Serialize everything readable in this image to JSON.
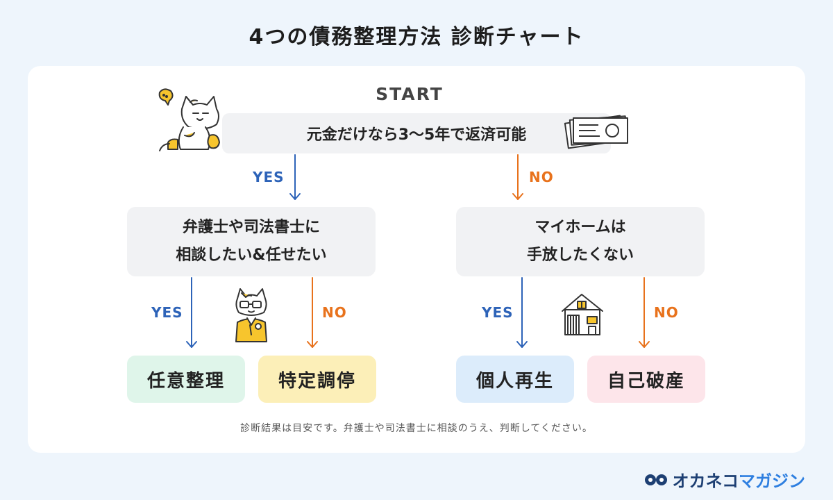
{
  "title": "4つの債務整理方法 診断チャート",
  "start_label": "START",
  "q1": "元金だけなら3〜5年で返済可能",
  "q2_line1": "弁護士や司法書士に",
  "q2_line2": "相談したい&任せたい",
  "q3_line1": "マイホームは",
  "q3_line2": "手放したくない",
  "yes": "YES",
  "no": "NO",
  "results": [
    "任意整理",
    "特定調停",
    "個人再生",
    "自己破産"
  ],
  "note": "診断結果は目安です。弁護士や司法書士に相談のうえ、判断してください。",
  "logo_main": "オカネコ",
  "logo_accent": "マガジン",
  "colors": {
    "yes": "#2d63b8",
    "no": "#e8721c",
    "result1": "#dff5ea",
    "result2": "#fcefb8",
    "result3": "#dcecfb",
    "result4": "#fde5ea"
  }
}
